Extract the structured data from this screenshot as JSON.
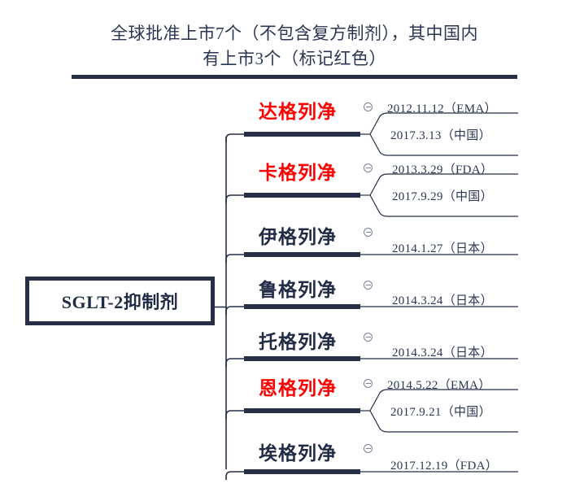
{
  "title": {
    "line1": "全球批准上市7个（不包含复方制剂），其中国内",
    "line2": "有上市3个（标记红色）",
    "full": "全球批准上市7个（不包含复方制剂），其中国内\n有上市3个（标记红色）"
  },
  "root": {
    "label": "SGLT-2抑制剂"
  },
  "colors": {
    "navy": "#262f45",
    "title_text": "#2b3654",
    "highlight_red": "#ff0000",
    "dark_text": "#1f2a44",
    "icon_gray": "#7a8097",
    "background": "#ffffff"
  },
  "icons": {
    "collapse": "collapse-minus-circle-icon"
  },
  "branches": [
    {
      "name": "达格列净",
      "approved_in_china": true,
      "color": "#ff0000",
      "dates": [
        "2012.11.12（EMA）",
        "2017.3.13（中国）"
      ]
    },
    {
      "name": "卡格列净",
      "approved_in_china": true,
      "color": "#ff0000",
      "dates": [
        "2013.3.29（FDA）",
        "2017.9.29（中国）"
      ]
    },
    {
      "name": "伊格列净",
      "approved_in_china": false,
      "color": "#1f2a44",
      "dates": [
        "2014.1.27（日本）"
      ]
    },
    {
      "name": "鲁格列净",
      "approved_in_china": false,
      "color": "#1f2a44",
      "dates": [
        "2014.3.24（日本）"
      ]
    },
    {
      "name": "托格列净",
      "approved_in_china": false,
      "color": "#1f2a44",
      "dates": [
        "2014.3.24（日本）"
      ]
    },
    {
      "name": "恩格列净",
      "approved_in_china": true,
      "color": "#ff0000",
      "dates": [
        "2014.5.22（EMA）",
        "2017.9.21（中国）"
      ]
    },
    {
      "name": "埃格列净",
      "approved_in_china": false,
      "color": "#1f2a44",
      "dates": [
        "2017.12.19（FDA）"
      ]
    }
  ]
}
